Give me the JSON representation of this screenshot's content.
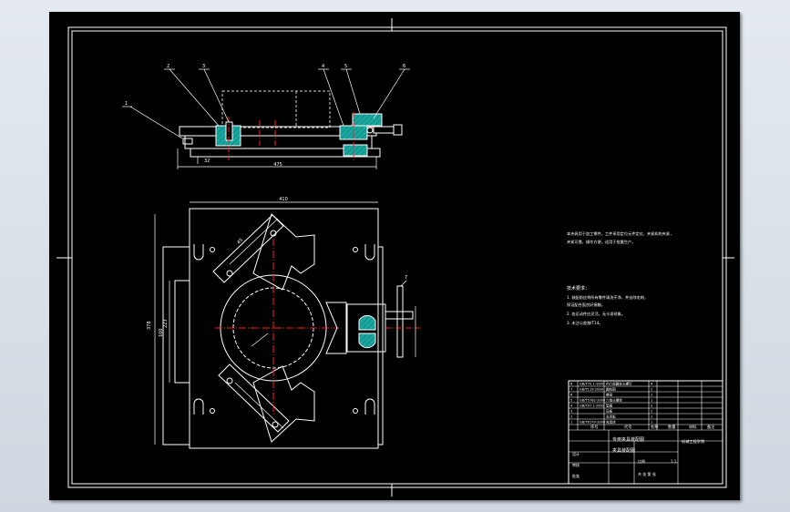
{
  "colors": {
    "background": "#dbe2ea",
    "sheet": "#000000",
    "line": "#ffffff",
    "center_line": "#ff2020",
    "hatch": "#1aa7a0",
    "hidden": "#d8d8d8"
  },
  "drawing": {
    "balloons": {
      "b1": "1",
      "b2": "2",
      "b3": "3",
      "b4": "4",
      "b5": "5",
      "b6": "6",
      "b7": "7"
    },
    "dims": {
      "top_width": "410",
      "small_dim": "32",
      "side_height": "378",
      "inner_height": "223",
      "offset_dim": "100",
      "angle_dim": "45",
      "overall_width": "475"
    },
    "notes": {
      "main": [
        "本夹具用于加工零件，工件采用定位元件定位，夹紧机构夹紧，",
        "夹紧可靠，操作方便，适用于批量生产。"
      ],
      "tech_title": "技术要求：",
      "tech_items": [
        "1. 装配前应将所有零件清洗干净，并去除毛刺，",
        "   保证配合面良好接触。",
        "2. 各运动件应灵活，无卡滞现象。",
        "3. 未注公差按IT14。"
      ]
    },
    "title_block": {
      "rows": [
        [
          "8",
          "GB/T70.1-2000",
          "内六角圆柱头螺钉",
          "4",
          ""
        ],
        [
          "7",
          "GB/T119-2000",
          "圆柱销",
          "2",
          ""
        ],
        [
          "6",
          "",
          "螺母",
          "1",
          ""
        ],
        [
          "5",
          "GB/T5782-2000",
          "六角头螺栓",
          "1",
          ""
        ],
        [
          "4",
          "GB/T97.1-2002",
          "垫圈",
          "2",
          ""
        ],
        [
          "3",
          "",
          "压板",
          "2",
          ""
        ],
        [
          "2",
          "",
          "支承板",
          "1",
          ""
        ],
        [
          "1",
          "GB/T6170-2000",
          "夹具体",
          "1",
          ""
        ]
      ],
      "header_cols": [
        "序号",
        "代号",
        "名称",
        "数量",
        "材料",
        "备注"
      ],
      "title": "专用夹具装配图",
      "school": "机械工程学院",
      "drawing_name": "夹具装配图",
      "label_design": "设计",
      "label_check": "审核",
      "label_approve": "批准",
      "label_scale": "比例",
      "label_sheet": "共 张 第 张",
      "material_hint": "1:1"
    }
  }
}
